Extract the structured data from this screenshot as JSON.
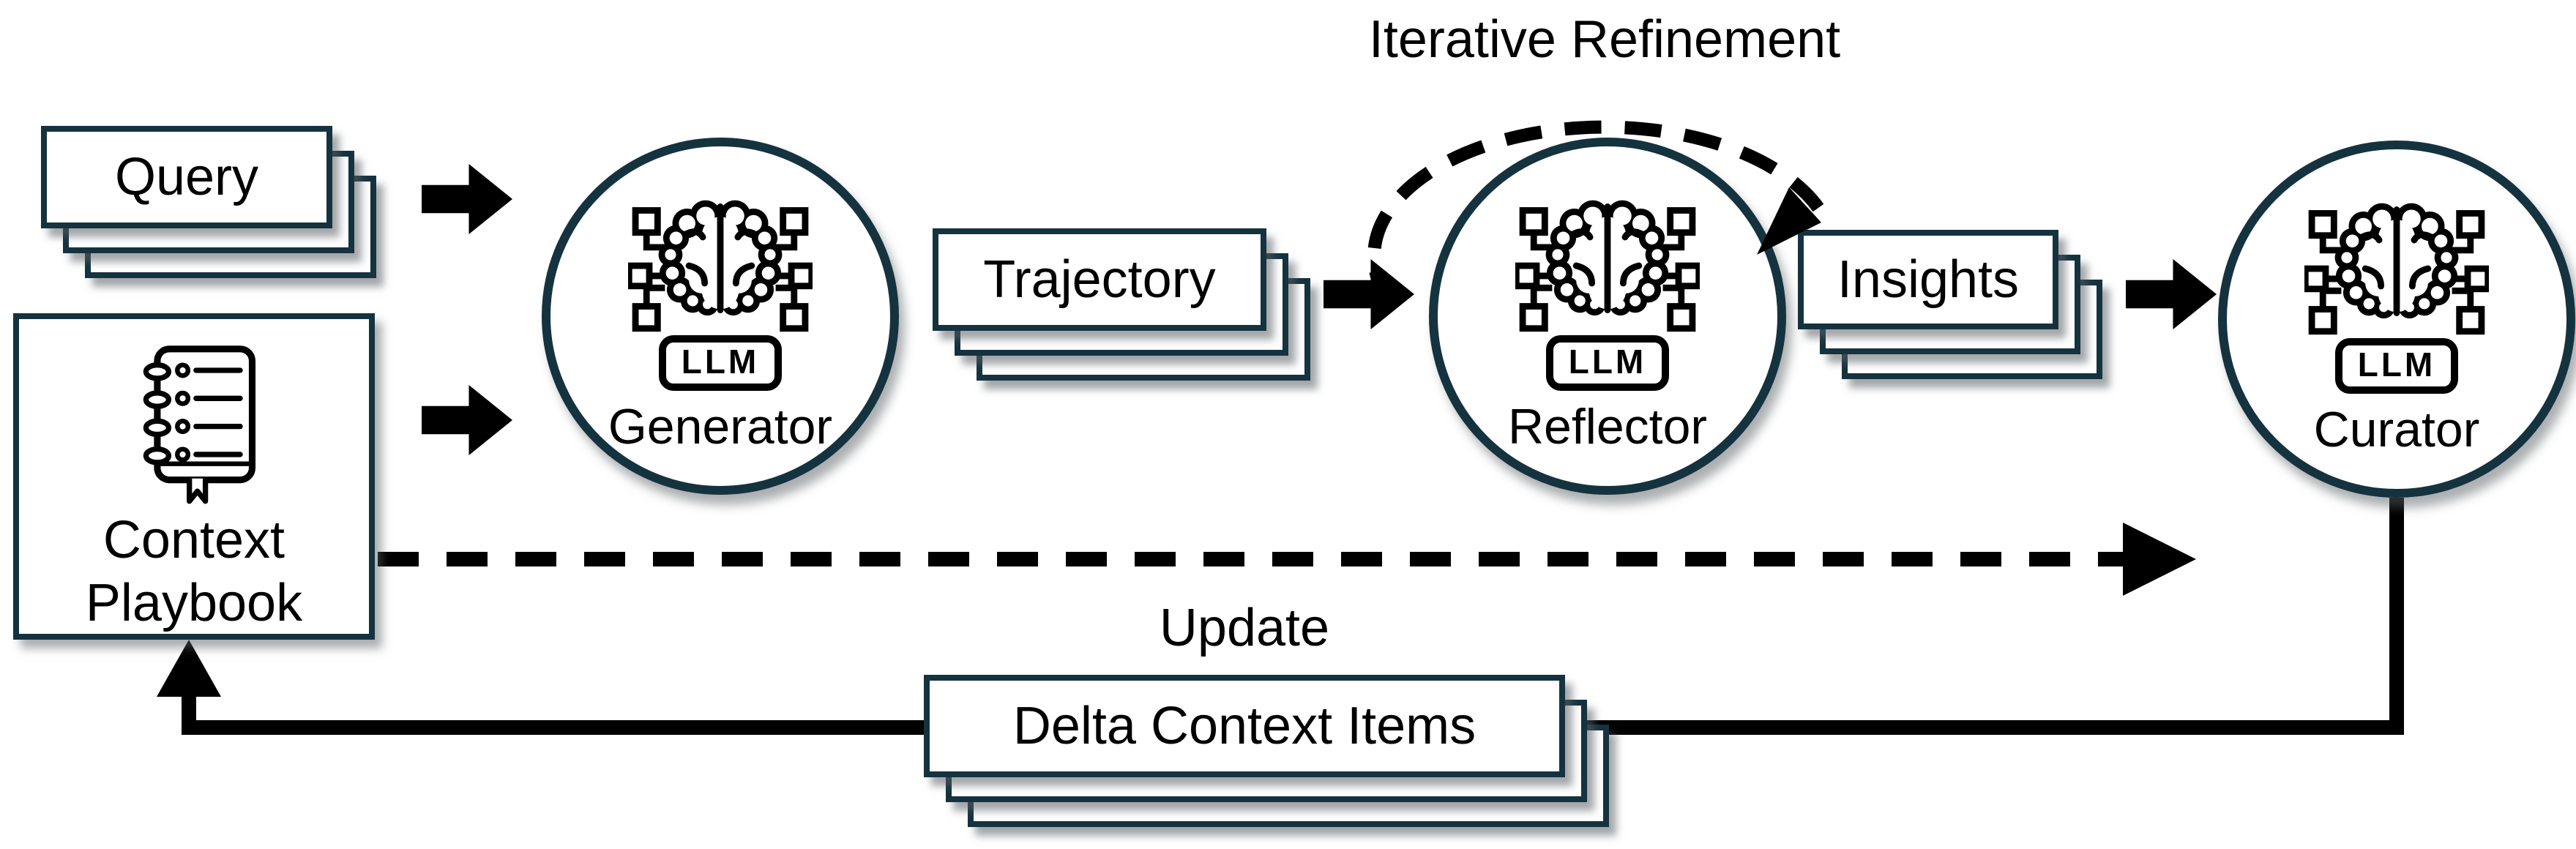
{
  "figure": {
    "background": "#ffffff",
    "border_color": "#15323f",
    "ink_color": "#000000",
    "type": "pipeline-diagram"
  },
  "annotations": {
    "iterative_refinement": "Iterative Refinement",
    "update": "Update"
  },
  "llm_badge": "LLM",
  "nodes": {
    "query": {
      "label": "Query"
    },
    "context_playbook": {
      "label_line1": "Context",
      "label_line2": "Playbook"
    },
    "generator": {
      "label": "Generator"
    },
    "trajectory": {
      "label": "Trajectory"
    },
    "reflector": {
      "label": "Reflector"
    },
    "insights": {
      "label": "Insights"
    },
    "curator": {
      "label": "Curator"
    },
    "delta_context_items": {
      "label": "Delta Context Items"
    }
  }
}
